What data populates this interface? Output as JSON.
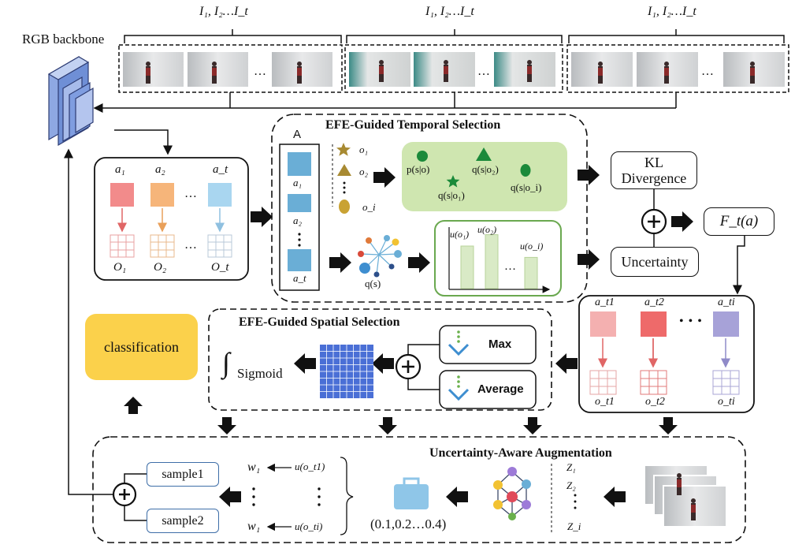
{
  "frame_header": "I₁, I₂…I_t",
  "backbone": {
    "label": "RGB backbone"
  },
  "action_cards": {
    "labels_a": [
      "a₁",
      "a₂",
      "a_t"
    ],
    "labels_o": [
      "O₁",
      "O₂",
      "O_t"
    ],
    "ellipsis": "…",
    "colors": [
      "#f28b8b",
      "#f6b57a",
      "#a9d6f0"
    ],
    "grid_colors": [
      "#e8a0a0",
      "#e9b88c",
      "#b8c9d8"
    ]
  },
  "temporal": {
    "title": "EFE-Guided Temporal Selection",
    "matrix_label": "A",
    "matrix_items": [
      "a₁",
      "a₂",
      "a_t"
    ],
    "obs_labels": [
      "o₁",
      "o₂",
      "o_i"
    ],
    "green_labels": [
      "p(s|o)",
      "q(s|o₂)",
      "q(s|o₁)",
      "q(s|o_i)"
    ],
    "network_label": "q(s)",
    "bar_labels": [
      "u(o₁)",
      "u(o₂)",
      "u(o_i)"
    ],
    "bar_values": [
      0.75,
      0.95,
      0.55
    ],
    "bar_ellipsis": "…"
  },
  "kl": {
    "label_line1": "KL",
    "label_line2": "Divergence"
  },
  "uncertainty": {
    "label": "Uncertainty"
  },
  "ft": {
    "label": "F_t(a)"
  },
  "selected_cards": {
    "labels_a": [
      "a_t1",
      "a_t2",
      "a_ti"
    ],
    "labels_o": [
      "o_t1",
      "o_t2",
      "o_ti"
    ],
    "colors": [
      "#f4b0b0",
      "#ee6a6a",
      "#a7a2d8"
    ],
    "grid_colors": [
      "#e6a6a6",
      "#e27a7a",
      "#a9a6d6"
    ],
    "ellipsis": "• • •"
  },
  "classification": {
    "label": "classification"
  },
  "spatial": {
    "title": "EFE-Guided Spatial Selection",
    "sigmoid_label": "Sigmoid",
    "max_label": "Max",
    "average_label": "Average"
  },
  "augmentation": {
    "title": "Uncertainty-Aware Augmentation",
    "samples": [
      "sample1",
      "sample2"
    ],
    "weights": [
      "w₁",
      "w₁"
    ],
    "uncertainties": [
      "u(o_t1)",
      "u(o_ti)"
    ],
    "range_label": "(0.1,0.2…0.4)",
    "z_labels": [
      "Z₁",
      "Z₂",
      "Z_i"
    ]
  },
  "colors": {
    "green_panel": "#cfe6b0",
    "green_border": "#6aa84f",
    "bar_fill": "#d9eac6",
    "classification": "#fbd14b",
    "spatial_grid": "#4a6fd6",
    "backbone": "#8aa4e0"
  }
}
